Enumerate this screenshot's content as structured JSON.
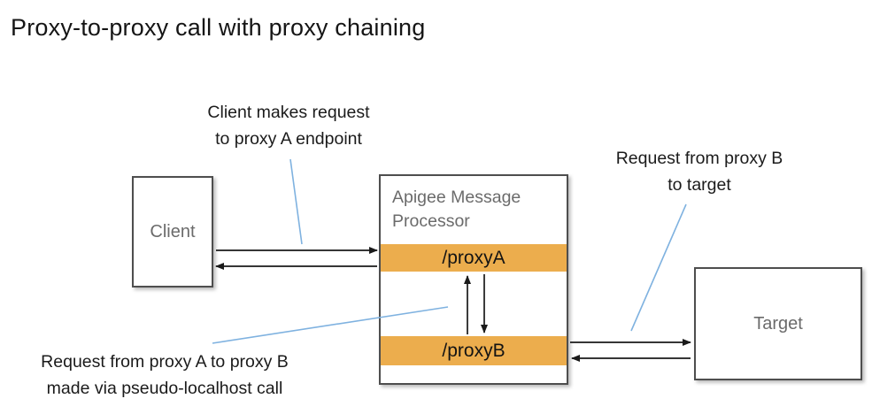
{
  "title": "Proxy-to-proxy call with proxy chaining",
  "nodes": {
    "client": {
      "label": "Client"
    },
    "apigee": {
      "title": "Apigee Message Processor",
      "proxy_a_label": "/proxyA",
      "proxy_b_label": "/proxyB"
    },
    "target": {
      "label": "Target"
    }
  },
  "annotations": {
    "client_request": "Client makes request\nto proxy A endpoint",
    "proxyb_to_target": "Request from proxy B\nto target",
    "proxya_to_proxyb": "Request from proxy A to proxy B\nmade via pseudo-localhost call"
  },
  "colors": {
    "proxy_bar": "#ecad4d",
    "callout_line": "#7fb2e0",
    "box_border": "#4e4e4e",
    "label_gray": "#6b6b6b"
  }
}
